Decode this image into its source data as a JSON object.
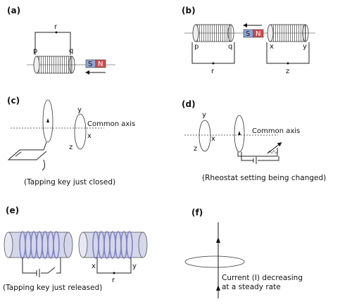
{
  "panels": {
    "a": {
      "label": "(a)",
      "top_label": "r",
      "left_label": "p",
      "right_label": "q",
      "magnet_s": "S",
      "magnet_n": "N"
    },
    "b": {
      "label": "(b)",
      "magnet_s": "S",
      "magnet_n": "N",
      "p": "p",
      "q": "q",
      "x": "x",
      "y": "y",
      "r": "r",
      "z": "z"
    },
    "c": {
      "label": "(c)",
      "axis": "Common axis",
      "y": "y",
      "x": "x",
      "z": "z",
      "caption": "(Tapping key just closed)"
    },
    "d": {
      "label": "(d)",
      "axis": "Common axis",
      "y": "y",
      "x": "x",
      "z": "z",
      "caption": "(Rheostat setting being changed)"
    },
    "e": {
      "label": "(e)",
      "x": "x",
      "y": "y",
      "r": "r",
      "caption": "(Tapping key just released)"
    },
    "f": {
      "label": "(f)",
      "caption_line1": "Current (I) decreasing",
      "caption_line2": "at a steady rate"
    }
  },
  "colors": {
    "magnet_s": "#8fa4d6",
    "magnet_n": "#d64b4b",
    "coil_fill": "#c9cce6",
    "coil_dark": "#7f84c0"
  }
}
